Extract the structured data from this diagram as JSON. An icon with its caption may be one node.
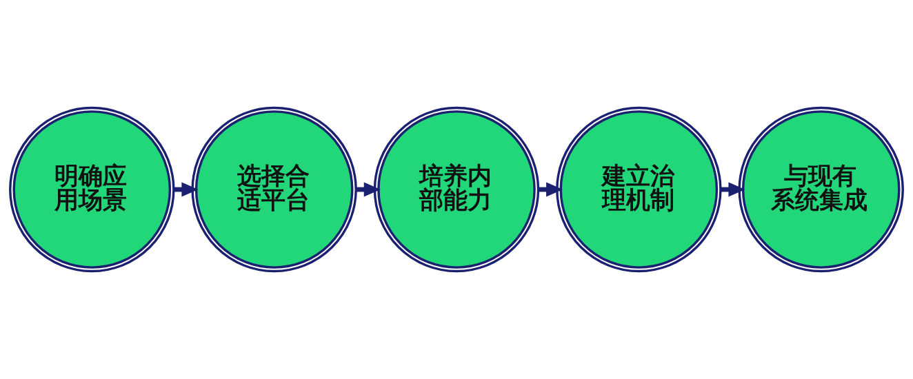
{
  "diagram": {
    "nodes": [
      {
        "text": [
          "明确应用场景"
        ]
      },
      {
        "text": [
          "选择合适平台"
        ]
      },
      {
        "text": [
          "培养内部能力"
        ]
      },
      {
        "text": [
          "建立治理机制"
        ]
      },
      {
        "text": [
          "与现有系统集成"
        ]
      }
    ],
    "edges": [
      {
        "from": 0,
        "to": 1,
        "arrow": "to"
      },
      {
        "from": 1,
        "to": 2,
        "arrow": "to"
      },
      {
        "from": 2,
        "to": 3,
        "arrow": "to"
      },
      {
        "from": 3,
        "to": 4,
        "arrow": "to"
      }
    ]
  }
}
